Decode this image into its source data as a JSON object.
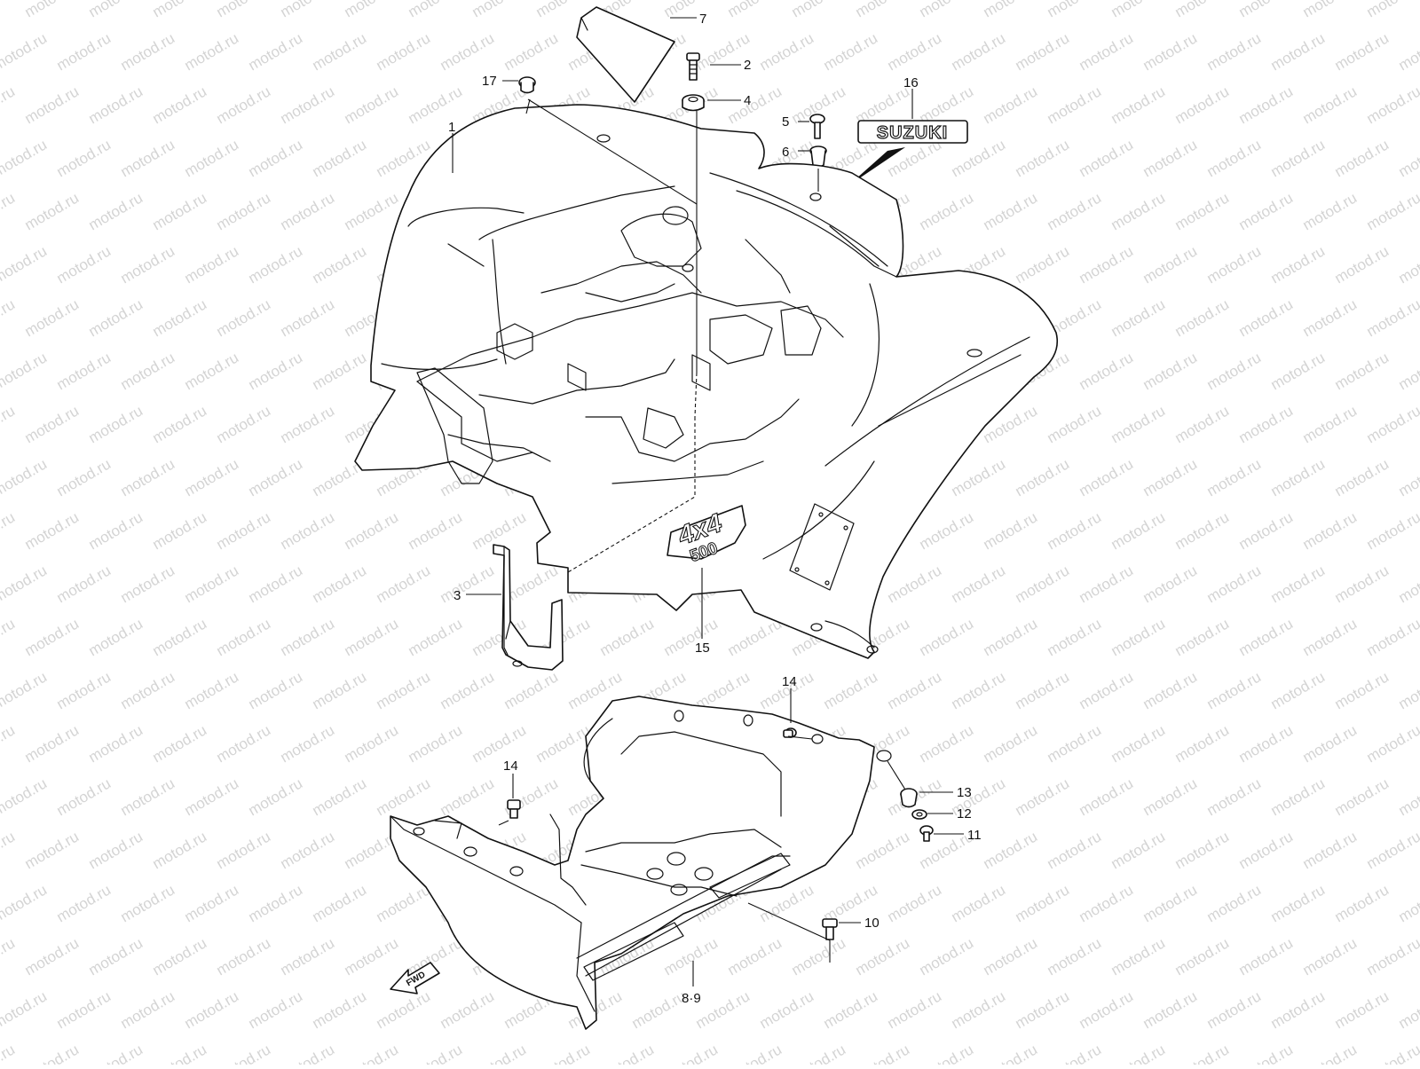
{
  "watermark": {
    "text": "motod.ru"
  },
  "callouts": [
    {
      "id": "p1",
      "text": "1"
    },
    {
      "id": "p2",
      "text": "2"
    },
    {
      "id": "p3",
      "text": "3"
    },
    {
      "id": "p4",
      "text": "4"
    },
    {
      "id": "p5",
      "text": "5"
    },
    {
      "id": "p6",
      "text": "6"
    },
    {
      "id": "p7",
      "text": "7"
    },
    {
      "id": "p89",
      "text": "8·9"
    },
    {
      "id": "p10",
      "text": "10"
    },
    {
      "id": "p11",
      "text": "11"
    },
    {
      "id": "p12",
      "text": "12"
    },
    {
      "id": "p13",
      "text": "13"
    },
    {
      "id": "p14a",
      "text": "14"
    },
    {
      "id": "p14b",
      "text": "14"
    },
    {
      "id": "p15",
      "text": "15"
    },
    {
      "id": "p16",
      "text": "16"
    },
    {
      "id": "p17",
      "text": "17"
    }
  ],
  "emblem": {
    "brand": "SUZUKI",
    "badge_top": "4x4",
    "badge_bottom": "500",
    "fwd_arrow": "FWD"
  }
}
